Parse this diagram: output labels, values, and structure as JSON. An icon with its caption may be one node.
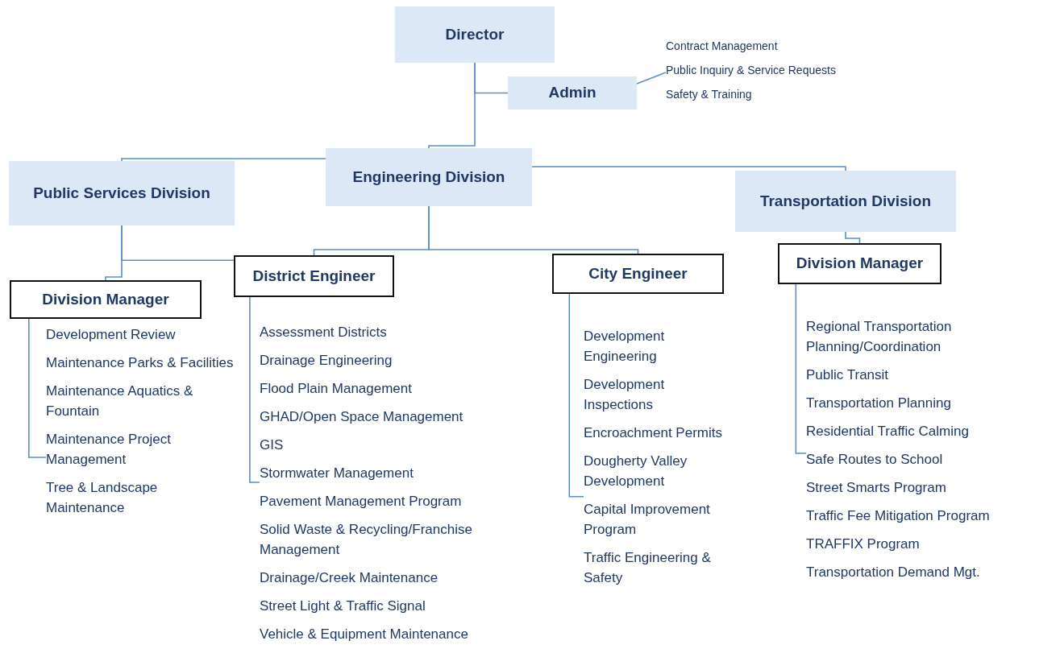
{
  "diagram": {
    "nodes": [
      {
        "text": [
          "Director"
        ]
      },
      {
        "text": [
          "Admin"
        ]
      },
      {
        "text": [
          "Engineering Division"
        ]
      },
      {
        "text": [
          "Public Services Division"
        ]
      },
      {
        "text": [
          "Transportation Division"
        ]
      },
      {
        "text": [
          "Division Manager"
        ]
      },
      {
        "text": [
          "District Engineer"
        ]
      },
      {
        "text": [
          "City Engineer"
        ]
      },
      {
        "text": [
          "Division Manager"
        ]
      },
      {
        "text": [
          "Contract Management",
          "Public Inquiry & Service Requests",
          "Safety & Training"
        ]
      },
      {
        "text": [
          "Development Review",
          "Maintenance Parks & Facilities",
          "Maintenance Aquatics & Fountain",
          "Maintenance Project Management",
          "Tree & Landscape Maintenance"
        ]
      },
      {
        "text": [
          "Assessment Districts",
          "Drainage Engineering",
          "Flood Plain Management",
          "GHAD/Open Space Management",
          "GIS",
          "Stormwater Management",
          "Pavement Management Program",
          "Solid Waste & Recycling/Franchise Management",
          "Drainage/Creek Maintenance",
          "Street Light & Traffic Signal",
          "Vehicle & Equipment Maintenance"
        ]
      },
      {
        "text": [
          "Development Engineering",
          "Development Inspections",
          "Encroachment Permits",
          "Dougherty Valley Development",
          "Capital Improvement Program",
          "Traffic Engineering & Safety"
        ]
      },
      {
        "text": [
          "Regional Transportation Planning/Coordination",
          "Public Transit",
          "Transportation Planning",
          "Residential Traffic Calming",
          "Safe Routes to School",
          "Street Smarts Program",
          "Traffic Fee Mitigation Program",
          "TRAFFIX Program",
          "Transportation Demand Mgt."
        ]
      }
    ],
    "edges": [
      {
        "from": 0,
        "to": 1,
        "arrow": "none"
      },
      {
        "from": 0,
        "to": 2,
        "arrow": "none"
      },
      {
        "from": 2,
        "to": 3,
        "arrow": "none"
      },
      {
        "from": 2,
        "to": 4,
        "arrow": "none"
      },
      {
        "from": 3,
        "to": 5,
        "arrow": "none"
      },
      {
        "from": 3,
        "to": 6,
        "arrow": "none"
      },
      {
        "from": 2,
        "to": 6,
        "arrow": "none"
      },
      {
        "from": 2,
        "to": 7,
        "arrow": "none"
      },
      {
        "from": 4,
        "to": 8,
        "arrow": "none"
      },
      {
        "from": 1,
        "to": 9,
        "arrow": "none"
      },
      {
        "from": 5,
        "to": 10,
        "arrow": "none"
      },
      {
        "from": 6,
        "to": 11,
        "arrow": "none"
      },
      {
        "from": 7,
        "to": 12,
        "arrow": "none"
      },
      {
        "from": 8,
        "to": 13,
        "arrow": "none"
      }
    ]
  }
}
